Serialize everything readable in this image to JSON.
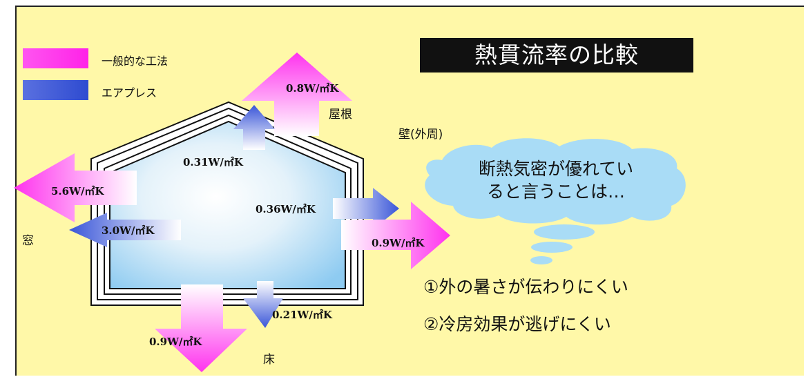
{
  "title": "熱貫流率の比較",
  "legend": [
    {
      "label": "一般的な工法",
      "color": "#ff33ee"
    },
    {
      "label": "エアプレス",
      "color": "#3a56d8"
    }
  ],
  "parts": {
    "roof": "屋根",
    "wall": "壁(外周)",
    "window": "窓",
    "floor": "床"
  },
  "values": {
    "roof_general": "0.8W/㎡K",
    "roof_airpress": "0.31W/㎡K",
    "window_general": "5.6W/㎡K",
    "window_airpress": "3.0W/㎡K",
    "wall_airpress": "0.36W/㎡K",
    "wall_general": "0.9W/㎡K",
    "floor_general": "0.9W/㎡K",
    "floor_airpress": "0.21W/㎡K"
  },
  "thought_bubble": {
    "line1": "断熱気密が優れてい",
    "line2": "ると言うことは…"
  },
  "points": [
    "①外の暑さが伝わりにくい",
    "②冷房効果が逃げにくい"
  ]
}
